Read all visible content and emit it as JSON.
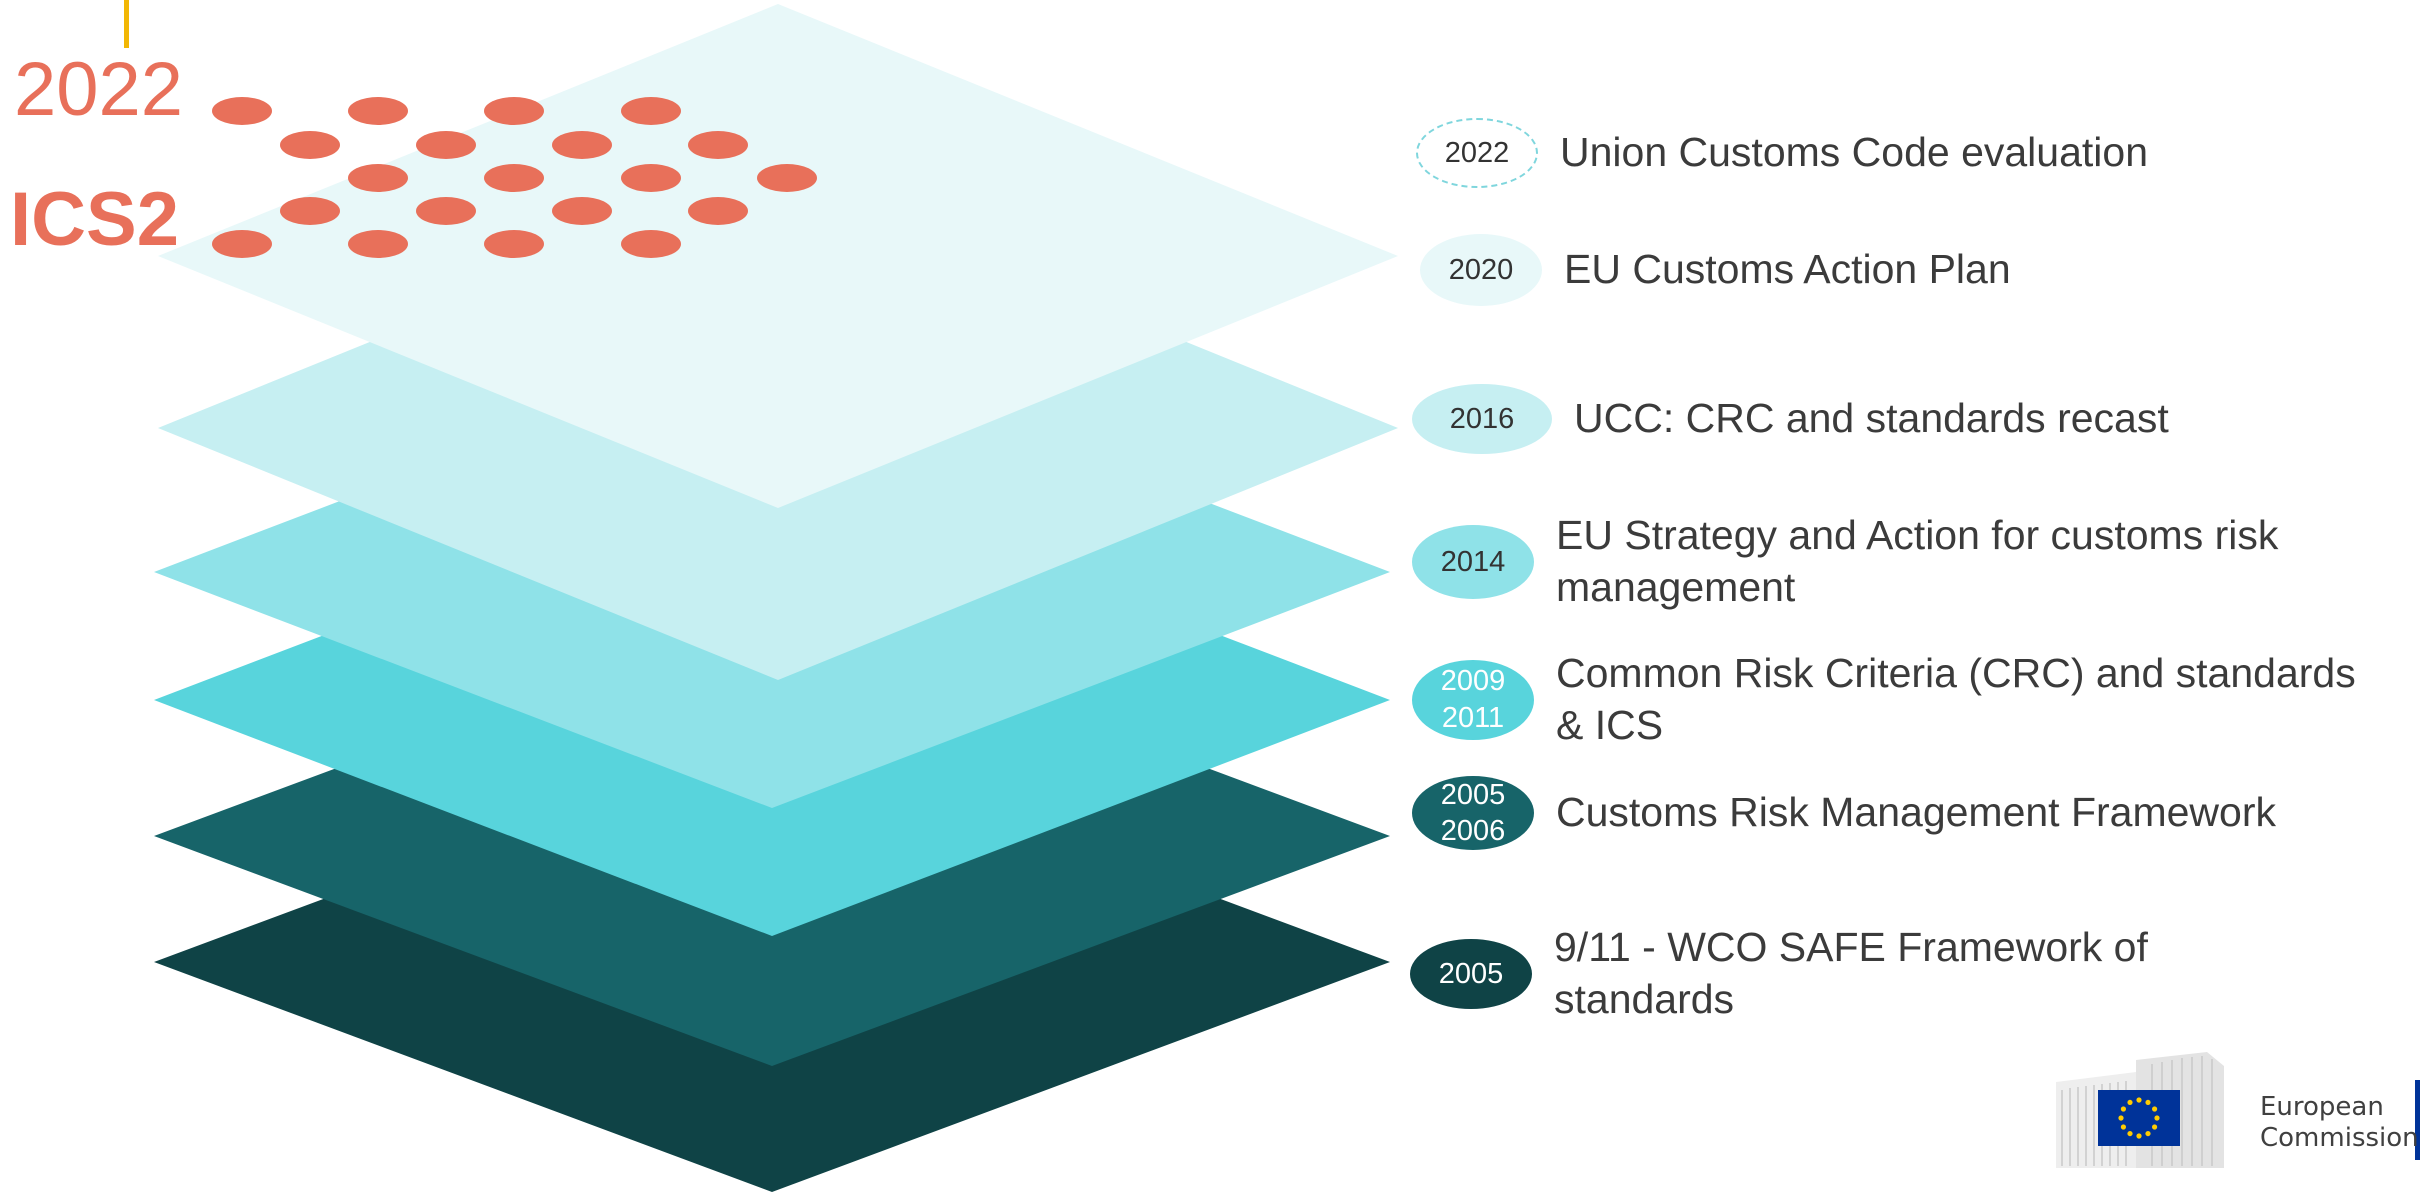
{
  "header": {
    "year": "2022",
    "programme": "ICS2"
  },
  "colors": {
    "accent": "#E8705A",
    "tick": "#F2B705",
    "layers": [
      "#0F4346",
      "#176469",
      "#58D4DC",
      "#8FE2E8",
      "#C6EFF2",
      "#E8F8F9"
    ]
  },
  "milestones": [
    {
      "years": [
        "2022"
      ],
      "text": [
        "Union Customs Code evaluation"
      ],
      "fill": "#FFFFFF",
      "border": "dashed",
      "year_color": "#333333"
    },
    {
      "years": [
        "2020"
      ],
      "text": [
        "EU Customs Action Plan"
      ],
      "fill": "#E8F8F9",
      "border": "none",
      "year_color": "#333333"
    },
    {
      "years": [
        "2016"
      ],
      "text": [
        "UCC: CRC and standards recast"
      ],
      "fill": "#C6EFF2",
      "border": "none",
      "year_color": "#333333"
    },
    {
      "years": [
        "2014"
      ],
      "text": [
        "EU Strategy and Action for customs risk",
        "management"
      ],
      "fill": "#8FE2E8",
      "border": "none",
      "year_color": "#333333"
    },
    {
      "years": [
        "2009",
        "2011"
      ],
      "text": [
        "Common Risk Criteria (CRC) and standards",
        "& ICS"
      ],
      "fill": "#58D4DC",
      "border": "none",
      "year_color": "#FFFFFF"
    },
    {
      "years": [
        "2005",
        "2006"
      ],
      "text": [
        "Customs Risk Management Framework"
      ],
      "fill": "#176469",
      "border": "none",
      "year_color": "#FFFFFF"
    },
    {
      "years": [
        "2005"
      ],
      "text": [
        "9/11 - WCO SAFE Framework of",
        "standards"
      ],
      "fill": "#0F4346",
      "border": "none",
      "year_color": "#FFFFFF"
    }
  ],
  "logo": {
    "line1": "European",
    "line2": "Commission"
  }
}
